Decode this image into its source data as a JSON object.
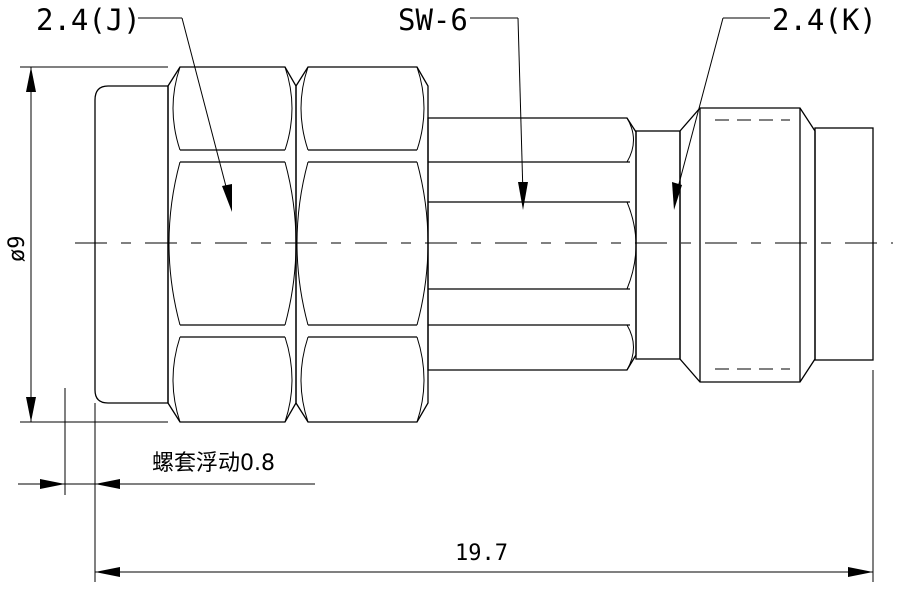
{
  "labels": {
    "left_connector": "2.4(J)",
    "wrench_size": "SW-6",
    "right_connector": "2.4(K)"
  },
  "dimensions": {
    "diameter": "ø9",
    "nut_float": "螺套浮动0.8",
    "overall_length": "19.7"
  }
}
